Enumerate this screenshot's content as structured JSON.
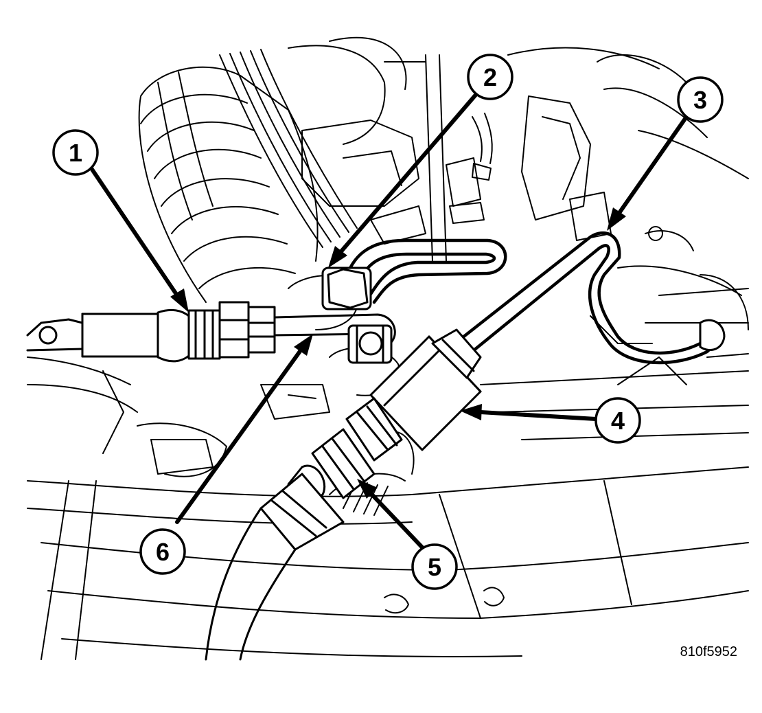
{
  "figure_id": "810f5952",
  "callouts": [
    {
      "id": "1",
      "label": "1"
    },
    {
      "id": "2",
      "label": "2"
    },
    {
      "id": "3",
      "label": "3"
    },
    {
      "id": "4",
      "label": "4"
    },
    {
      "id": "5",
      "label": "5"
    },
    {
      "id": "6",
      "label": "6"
    }
  ]
}
